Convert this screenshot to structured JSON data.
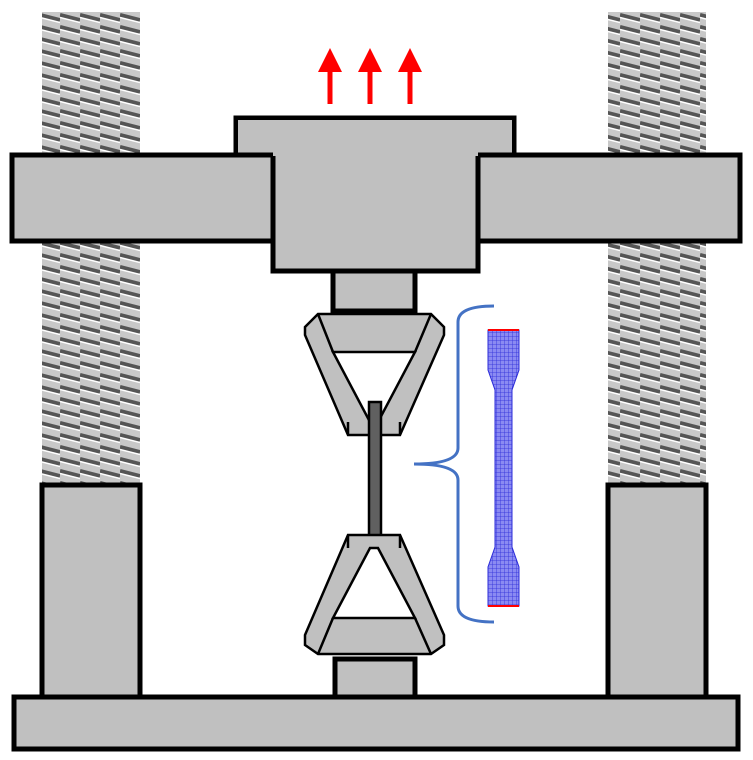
{
  "diagram": {
    "subject": "tensile-testing-machine",
    "colors": {
      "frame_fill": "#c0c0c0",
      "stroke": "#000000",
      "arrow": "#ff0000",
      "brace": "#4472c4",
      "specimen_fill": "#7b7bf0",
      "specimen_mesh": "#2b2bd8",
      "specimen_ends": "#ff0000",
      "screw_thread_dark": "#606060",
      "screw_thread_light": "#ffffff"
    },
    "arrows": {
      "count": 3,
      "direction": "up"
    },
    "icons": [
      "arrow-up-icon",
      "screw-thread-icon",
      "grip-icon",
      "brace-icon",
      "specimen-mesh-icon"
    ]
  }
}
